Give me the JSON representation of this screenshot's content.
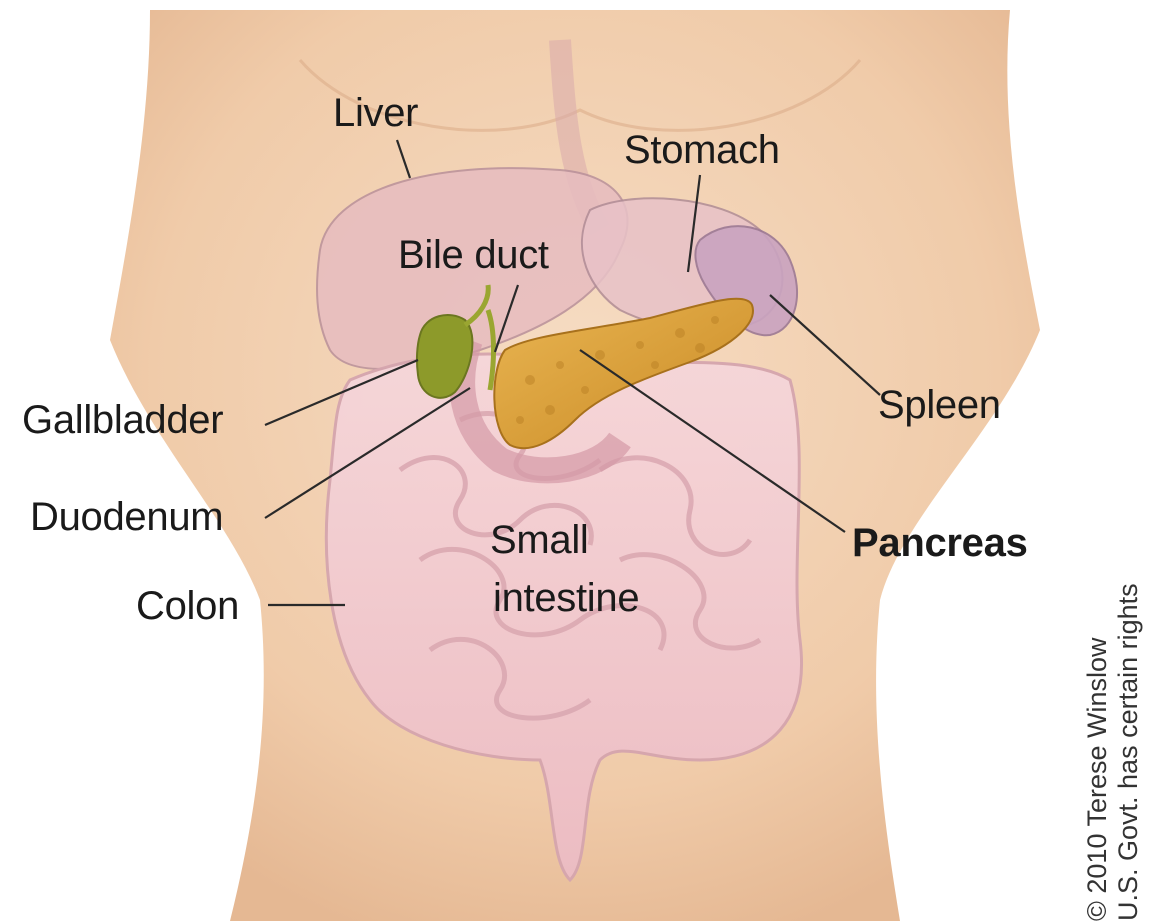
{
  "labels": {
    "liver": "Liver",
    "stomach": "Stomach",
    "bile_duct": "Bile duct",
    "gallbladder": "Gallbladder",
    "spleen": "Spleen",
    "duodenum": "Duodenum",
    "pancreas": "Pancreas",
    "small_intestine_line1": "Small",
    "small_intestine_line2": "intestine",
    "colon": "Colon"
  },
  "copyright": {
    "line1": "© 2010 Terese Winslow",
    "line2": "U.S. Govt. has certain rights"
  },
  "colors": {
    "skin": "#f3d2b4",
    "organ_outline": "#b08c96",
    "intestine": "#f2c8cf",
    "pancreas": "#d9a13a",
    "gallbladder": "#8d9a2a",
    "leader_line": "#2a2a2a"
  }
}
